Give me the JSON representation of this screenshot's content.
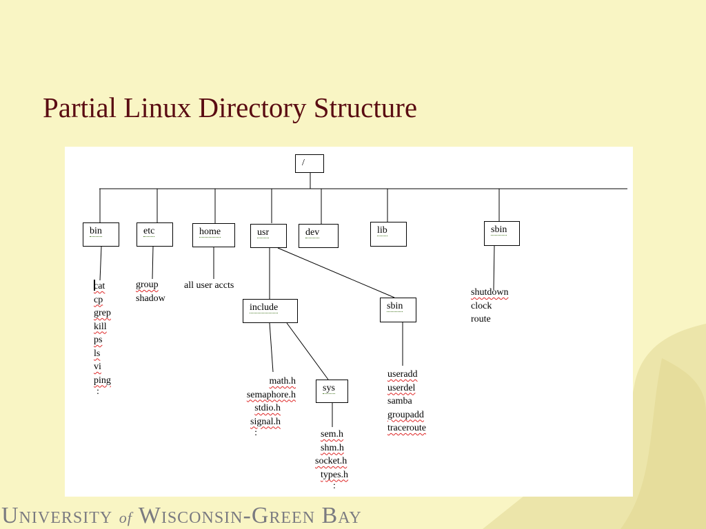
{
  "slide": {
    "title": "Partial Linux Directory Structure",
    "footer_left": "University",
    "footer_of": "of",
    "footer_right": "Wisconsin-Green Bay"
  },
  "diagram": {
    "root": "/",
    "dirs": {
      "bin": "bin",
      "etc": "etc",
      "home": "home",
      "usr": "usr",
      "dev": "dev",
      "lib": "lib",
      "sbin": "sbin",
      "include": "include",
      "usr_sbin": "sbin",
      "sys": "sys"
    },
    "bin_files": [
      "cat",
      "cp",
      "grep",
      "kill",
      "ps",
      "ls",
      "vi",
      "ping",
      ":"
    ],
    "etc_files": [
      "group",
      "shadow"
    ],
    "home_files": [
      "all user accts"
    ],
    "sbin_files": [
      "shutdown",
      "clock",
      "route"
    ],
    "include_files": [
      "math.h",
      "semaphore.h",
      "stdio.h",
      "signal.h",
      ":"
    ],
    "sys_files": [
      "sem.h",
      "shm.h",
      "socket.h",
      "types.h",
      ":"
    ],
    "usr_sbin_files": [
      "useradd",
      "userdel",
      "samba",
      "groupadd",
      "traceroute"
    ]
  },
  "colors": {
    "background": "#f9f5c4",
    "title": "#5a0c12",
    "footer": "#7a7a80",
    "leaf_decoration": "#ebe4a8"
  }
}
